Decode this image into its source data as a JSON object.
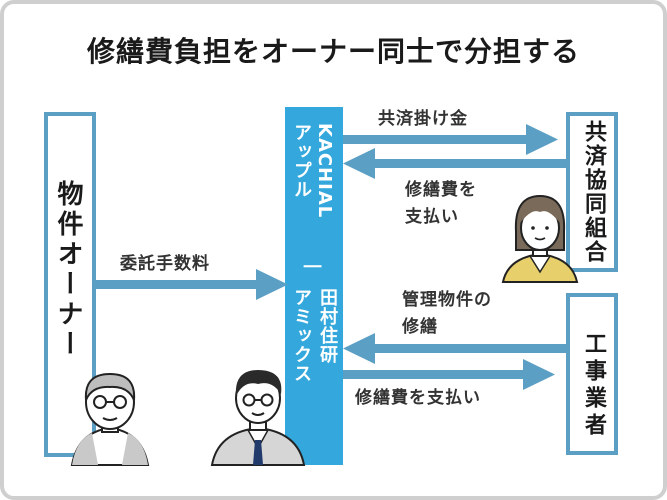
{
  "title": "修繕費負担をオーナー同士で分担する",
  "left_box": {
    "label": "物件オーナー"
  },
  "center": {
    "top_label": "KACHIAL\nアップル",
    "divider": "|",
    "bottom_label": "田村住研\nアミックス"
  },
  "right_top_box": {
    "label": "共済協同組合"
  },
  "right_bottom_box": {
    "label": "工事業者"
  },
  "arrows": {
    "mutual_fee": "共済掛け金",
    "pay_repair_top": "修繕費を\n支払い",
    "commission": "委託手数料",
    "managed_property_repair": "管理物件の\n修繕",
    "pay_repair_bottom": "修繕費を支払い"
  },
  "colors": {
    "accent": "#5b9fc4",
    "center_bar": "#34a8dc",
    "frame": "#cfcfcf"
  }
}
